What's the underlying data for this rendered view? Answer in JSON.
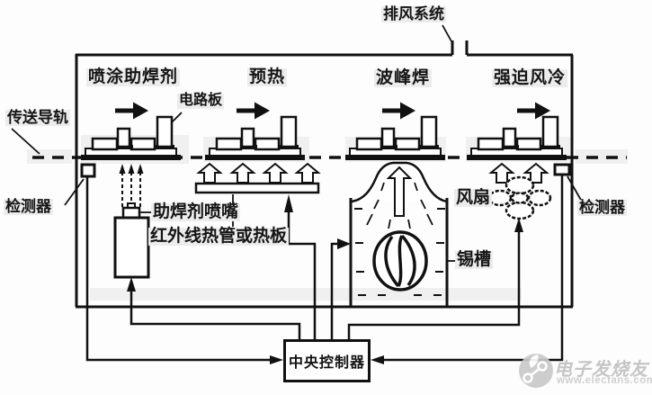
{
  "page": {
    "background": "#fdfdfd",
    "line_color": "#111111",
    "artifact_color": "#f0f0f0"
  },
  "labels": {
    "exhaust_system": "排风系统",
    "conveyor_rail": "传送导轨",
    "circuit_board": "电路板",
    "detector_left": "检测器",
    "detector_right": "检测器",
    "flux_nozzle": "助焊剂喷嘴",
    "heater": "红外线热管或热板",
    "fan": "风扇",
    "solder_pot": "锡槽",
    "central_controller": "中央控制器"
  },
  "sections": [
    {
      "label": "喷涂助焊剂"
    },
    {
      "label": "预热"
    },
    {
      "label": "波峰焊"
    },
    {
      "label": "强迫风冷"
    }
  ],
  "watermark": {
    "brand": "电子发烧友",
    "site": "www.elecfans.com",
    "color": "#c5c5c5"
  }
}
